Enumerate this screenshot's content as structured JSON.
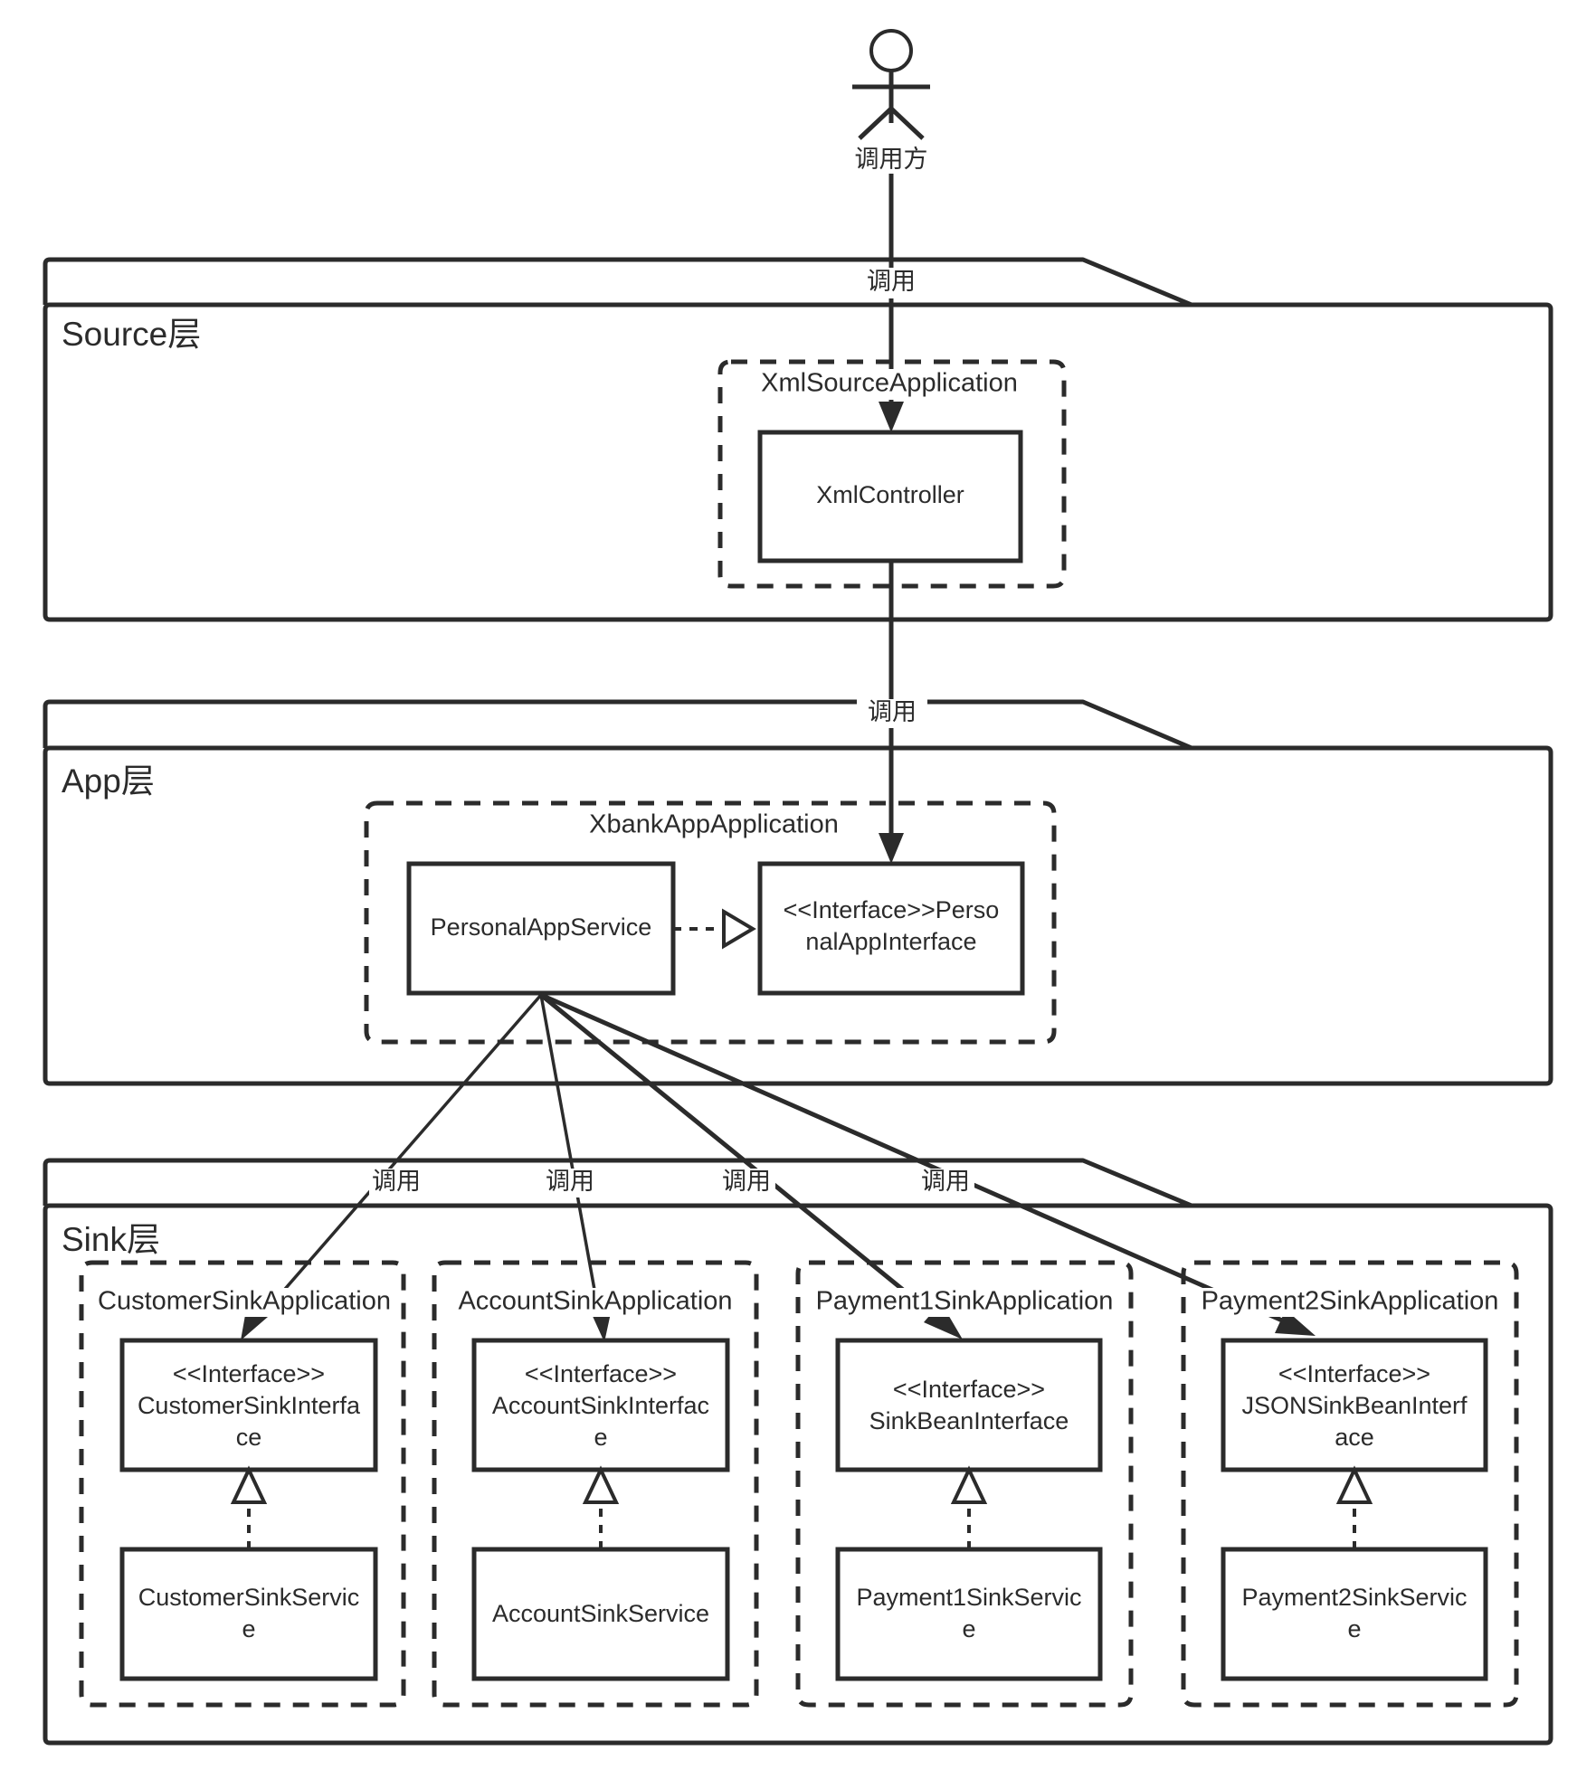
{
  "diagram": {
    "type": "uml-layered-architecture",
    "actor": {
      "label": "调用方",
      "icon": "actor-stick-figure"
    },
    "edge_labels": {
      "call": "调用"
    },
    "layers": [
      {
        "id": "source",
        "title": "Source层",
        "packages": [
          {
            "id": "xml-source-application",
            "title": "XmlSourceApplication",
            "classes": [
              {
                "id": "xml-controller",
                "lines": [
                  "XmlController"
                ]
              }
            ]
          }
        ]
      },
      {
        "id": "app",
        "title": "App层",
        "packages": [
          {
            "id": "xbank-app-application",
            "title": "XbankAppApplication",
            "classes": [
              {
                "id": "personal-app-service",
                "lines": [
                  "PersonalAppService"
                ]
              },
              {
                "id": "personal-app-interface",
                "lines": [
                  "<<Interface>>Perso",
                  "nalAppInterface"
                ]
              }
            ]
          }
        ]
      },
      {
        "id": "sink",
        "title": "Sink层",
        "packages": [
          {
            "id": "customer-sink-application",
            "title": "CustomerSinkApplication",
            "classes": [
              {
                "id": "customer-sink-interface",
                "lines": [
                  "<<Interface>>",
                  "CustomerSinkInterfa",
                  "ce"
                ]
              },
              {
                "id": "customer-sink-service",
                "lines": [
                  "CustomerSinkServic",
                  "e"
                ]
              }
            ]
          },
          {
            "id": "account-sink-application",
            "title": "AccountSinkApplication",
            "classes": [
              {
                "id": "account-sink-interface",
                "lines": [
                  "<<Interface>>",
                  "AccountSinkInterfac",
                  "e"
                ]
              },
              {
                "id": "account-sink-service",
                "lines": [
                  "AccountSinkService"
                ]
              }
            ]
          },
          {
            "id": "payment1-sink-application",
            "title": "Payment1SinkApplication",
            "classes": [
              {
                "id": "payment1-sink-interface",
                "lines": [
                  "<<Interface>>",
                  "SinkBeanInterface"
                ]
              },
              {
                "id": "payment1-sink-service",
                "lines": [
                  "Payment1SinkServic",
                  "e"
                ]
              }
            ]
          },
          {
            "id": "payment2-sink-application",
            "title": "Payment2SinkApplication",
            "classes": [
              {
                "id": "payment2-sink-interface",
                "lines": [
                  "<<Interface>>",
                  "JSONSinkBeanInterf",
                  "ace"
                ]
              },
              {
                "id": "payment2-sink-service",
                "lines": [
                  "Payment2SinkServic",
                  "e"
                ]
              }
            ]
          }
        ]
      }
    ],
    "colors": {
      "stroke": "#2b2b2b",
      "background": "#ffffff",
      "text": "#2b2b2b"
    }
  }
}
